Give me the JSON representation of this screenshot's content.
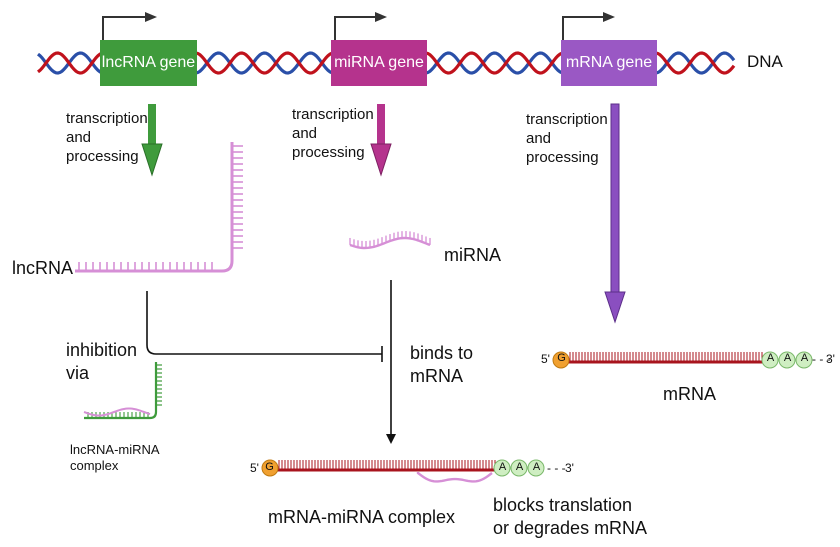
{
  "dna_label": "DNA",
  "genes": [
    {
      "label": "lncRNA gene",
      "color": "#3f9b3c"
    },
    {
      "label": "miRNA gene",
      "color": "#b5338d"
    },
    {
      "label": "mRNA gene",
      "color": "#9a58c4"
    }
  ],
  "process": {
    "line1": "transcription",
    "line2": "and",
    "line3": "processing"
  },
  "colors": {
    "dna_red": "#c0121c",
    "dna_blue": "#2a4fa8",
    "green_arrow": "#3f9b3c",
    "magenta_arrow": "#b5338d",
    "purple_arrow": "#8a4fc0",
    "lncrna": "#d68fd6",
    "mrna_backbone": "#a8141e",
    "cap": "#f0a030",
    "polya": "#cfeec2"
  },
  "labels": {
    "lncrna": "lncRNA",
    "mirna": "miRNA",
    "mrna": "mRNA",
    "inhibition_1": "inhibition",
    "inhibition_2": "via",
    "complex_1": "lncRNA-miRNA",
    "complex_2": "complex",
    "binds_1": "binds to",
    "binds_2": "mRNA",
    "mrna_mirna_complex": "mRNA-miRNA complex",
    "blocks_1": "blocks translation",
    "blocks_2": "or degrades mRNA"
  },
  "mrna_ends": {
    "five": "5'",
    "three": "3'",
    "cap": "G",
    "polya": [
      "A",
      "A",
      "A"
    ],
    "dashes": "- - -"
  }
}
